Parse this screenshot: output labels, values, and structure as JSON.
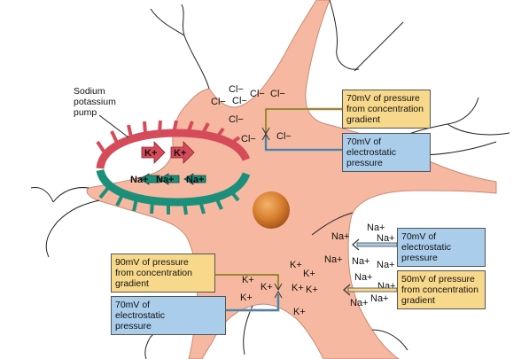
{
  "pump_label": [
    "Sodium",
    "potassium",
    "pump"
  ],
  "pump_ions": {
    "potassium": [
      "K+",
      "K+"
    ],
    "sodium": [
      "Na+",
      "Na+",
      "Na+"
    ]
  },
  "chloride_ions": [
    "Cl−",
    "Cl−",
    "Cl−",
    "Cl−",
    "Cl−",
    "Cl−",
    "Cl−",
    "Cl−"
  ],
  "sodium_ions": [
    "Na+",
    "Na+",
    "Na+",
    "Na+",
    "Na+",
    "Na+",
    "Na+",
    "Na+",
    "Na+",
    "Na+"
  ],
  "potassium_ions": [
    "K+",
    "K+",
    "K+",
    "K+",
    "K+",
    "K+",
    "K+",
    "K+"
  ],
  "boxes": {
    "cl_concentration": [
      "70mV of pressure",
      "from concentration",
      "gradient"
    ],
    "cl_electrostatic": [
      "70mV of",
      "electrostatic",
      "pressure"
    ],
    "na_electrostatic": [
      "70mV of",
      "electrostatic",
      "pressure"
    ],
    "na_concentration": [
      "50mV of pressure",
      "from concentration",
      "gradient"
    ],
    "k_concentration": [
      "90mV of pressure",
      "from concentration",
      "gradient"
    ],
    "k_electrostatic": [
      "70mV of",
      "electrostatic",
      "pressure"
    ]
  },
  "colors": {
    "cell": "#f6b8a0",
    "nucleus": "#d77f2f",
    "concentration_box": "#f8d98b",
    "electrostatic_box": "#a9cdeb",
    "pump_red": "#d64b5a",
    "pump_green": "#1c8f7a"
  }
}
